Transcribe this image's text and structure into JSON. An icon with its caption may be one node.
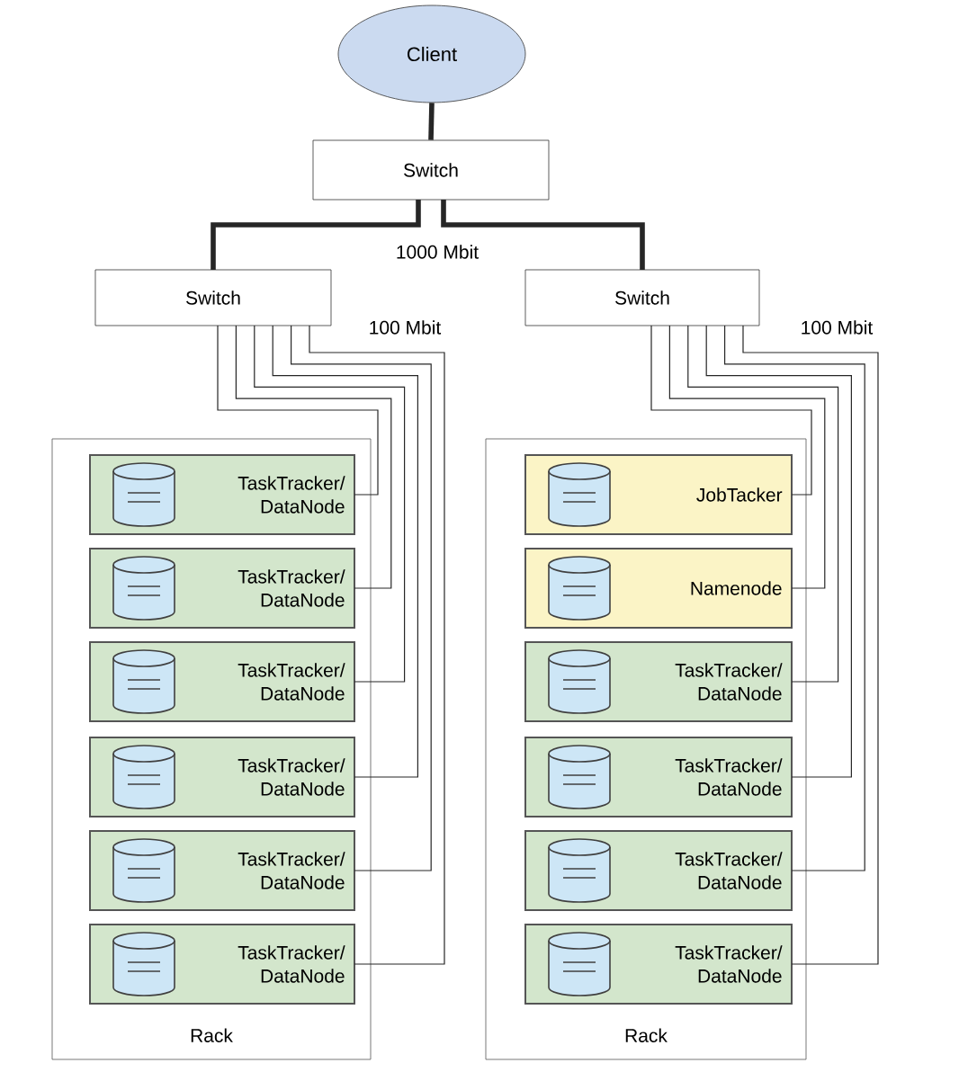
{
  "diagram": {
    "nodes": [
      {
        "text": [
          "Client"
        ]
      },
      {
        "text": [
          "Switch"
        ]
      },
      {
        "text": [
          "Switch"
        ]
      },
      {
        "text": [
          "Switch"
        ]
      },
      {
        "text": [
          "Rack"
        ]
      },
      {
        "text": [
          "TaskTracker/ DataNode"
        ],
        "in": 4
      },
      {
        "text": [
          "TaskTracker/ DataNode"
        ],
        "in": 4
      },
      {
        "text": [
          "TaskTracker/ DataNode"
        ],
        "in": 4
      },
      {
        "text": [
          "TaskTracker/ DataNode"
        ],
        "in": 4
      },
      {
        "text": [
          "TaskTracker/ DataNode"
        ],
        "in": 4
      },
      {
        "text": [
          "TaskTracker/ DataNode"
        ],
        "in": 4
      },
      {
        "text": [
          "Rack"
        ]
      },
      {
        "text": [
          "JobTacker"
        ],
        "in": 11
      },
      {
        "text": [
          "Namenode"
        ],
        "in": 11
      },
      {
        "text": [
          "TaskTracker/ DataNode"
        ],
        "in": 11
      },
      {
        "text": [
          "TaskTracker/ DataNode"
        ],
        "in": 11
      },
      {
        "text": [
          "TaskTracker/ DataNode"
        ],
        "in": 11
      },
      {
        "text": [
          "TaskTracker/ DataNode"
        ],
        "in": 11
      }
    ],
    "edges": [
      {
        "from": 0,
        "to": 1,
        "arrow": "none",
        "style": "thick"
      },
      {
        "from": 1,
        "to": 2,
        "arrow": "none",
        "style": "thick"
      },
      {
        "from": 1,
        "to": 3,
        "arrow": "none",
        "style": "thick"
      },
      {
        "from": 2,
        "to": 5,
        "arrow": "none"
      },
      {
        "from": 2,
        "to": 6,
        "arrow": "none"
      },
      {
        "from": 2,
        "to": 7,
        "arrow": "none"
      },
      {
        "from": 2,
        "to": 8,
        "arrow": "none"
      },
      {
        "from": 2,
        "to": 9,
        "arrow": "none"
      },
      {
        "from": 2,
        "to": 10,
        "arrow": "none"
      },
      {
        "from": 3,
        "to": 12,
        "arrow": "none"
      },
      {
        "from": 3,
        "to": 13,
        "arrow": "none"
      },
      {
        "from": 3,
        "to": 14,
        "arrow": "none"
      },
      {
        "from": 3,
        "to": 15,
        "arrow": "none"
      },
      {
        "from": 3,
        "to": 16,
        "arrow": "none"
      },
      {
        "from": 3,
        "to": 17,
        "arrow": "none"
      }
    ],
    "labels": [
      "1000 Mbit",
      "100 Mbit",
      "100 Mbit"
    ]
  }
}
